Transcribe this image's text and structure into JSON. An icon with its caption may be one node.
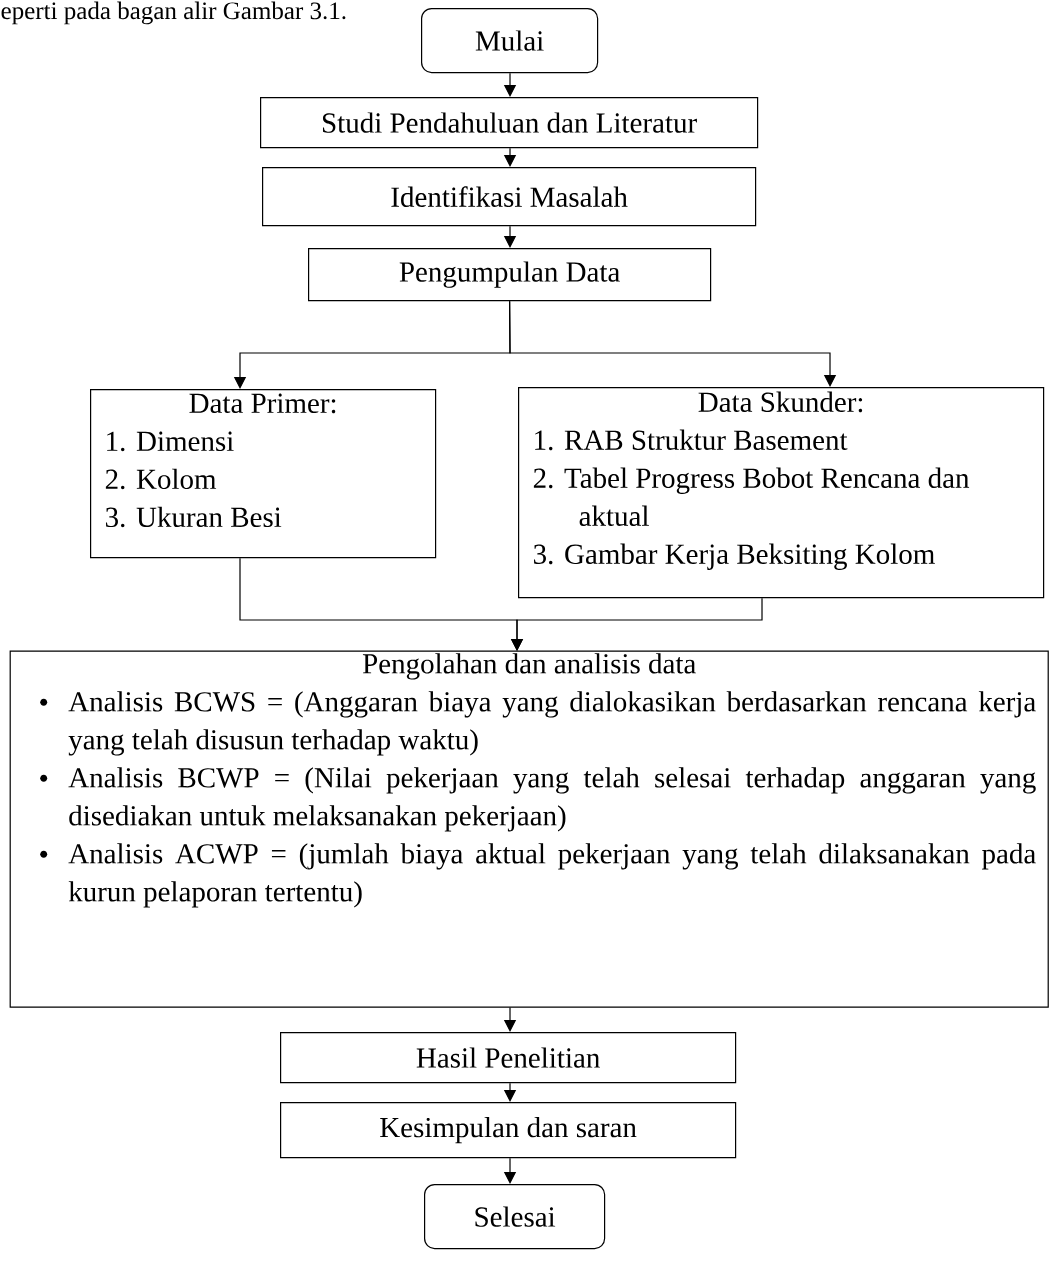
{
  "diagram": {
    "nodes": [
      {
        "text": [
          "Mulai"
        ]
      },
      {
        "text": [
          "Studi Pendahuluan dan Literatur"
        ]
      },
      {
        "text": [
          "Identifikasi Masalah"
        ]
      },
      {
        "text": [
          "Pengumpulan Data"
        ]
      },
      {
        "text": [
          "Data Primer:",
          "1. Dimensi",
          "2. Kolom",
          "3. Ukuran Besi"
        ]
      },
      {
        "text": [
          "Data Skunder:",
          "1. RAB Struktur Basement",
          "2. Tabel Progress Bobot Rencana dan aktual",
          "3. Gambar Kerja Beksiting Kolom"
        ]
      },
      {
        "text": [
          "Pengolahan dan analisis data",
          "Analisis BCWS = (Anggaran biaya yang dialokasikan berdasarkan rencana kerja yang telah disusun terhadap waktu)",
          "Analisis BCWP = (Nilai pekerjaan yang telah selesai terhadap anggaran yang disediakan untuk melaksanakan pekerjaan)",
          "Analisis ACWP = (jumlah biaya aktual pekerjaan yang telah dilaksanakan pada kurun pelaporan tertentu)"
        ]
      },
      {
        "text": [
          "Hasil Penelitian"
        ]
      },
      {
        "text": [
          "Kesimpulan dan saran"
        ]
      },
      {
        "text": [
          "Selesai"
        ]
      }
    ],
    "edges": [
      {
        "from": 0,
        "to": 1,
        "arrow": "to"
      },
      {
        "from": 1,
        "to": 2,
        "arrow": "to"
      },
      {
        "from": 2,
        "to": 3,
        "arrow": "to"
      },
      {
        "from": 3,
        "to": 4,
        "arrow": "to"
      },
      {
        "from": 3,
        "to": 5,
        "arrow": "to"
      },
      {
        "from": 4,
        "to": 6,
        "arrow": "to"
      },
      {
        "from": 5,
        "to": 6,
        "arrow": "to"
      },
      {
        "from": 6,
        "to": 7,
        "arrow": "to"
      },
      {
        "from": 7,
        "to": 8,
        "arrow": "to"
      },
      {
        "from": 8,
        "to": 9,
        "arrow": "to"
      }
    ],
    "labels": [
      "eperti pada bagan alir Gambar 3.1."
    ]
  }
}
